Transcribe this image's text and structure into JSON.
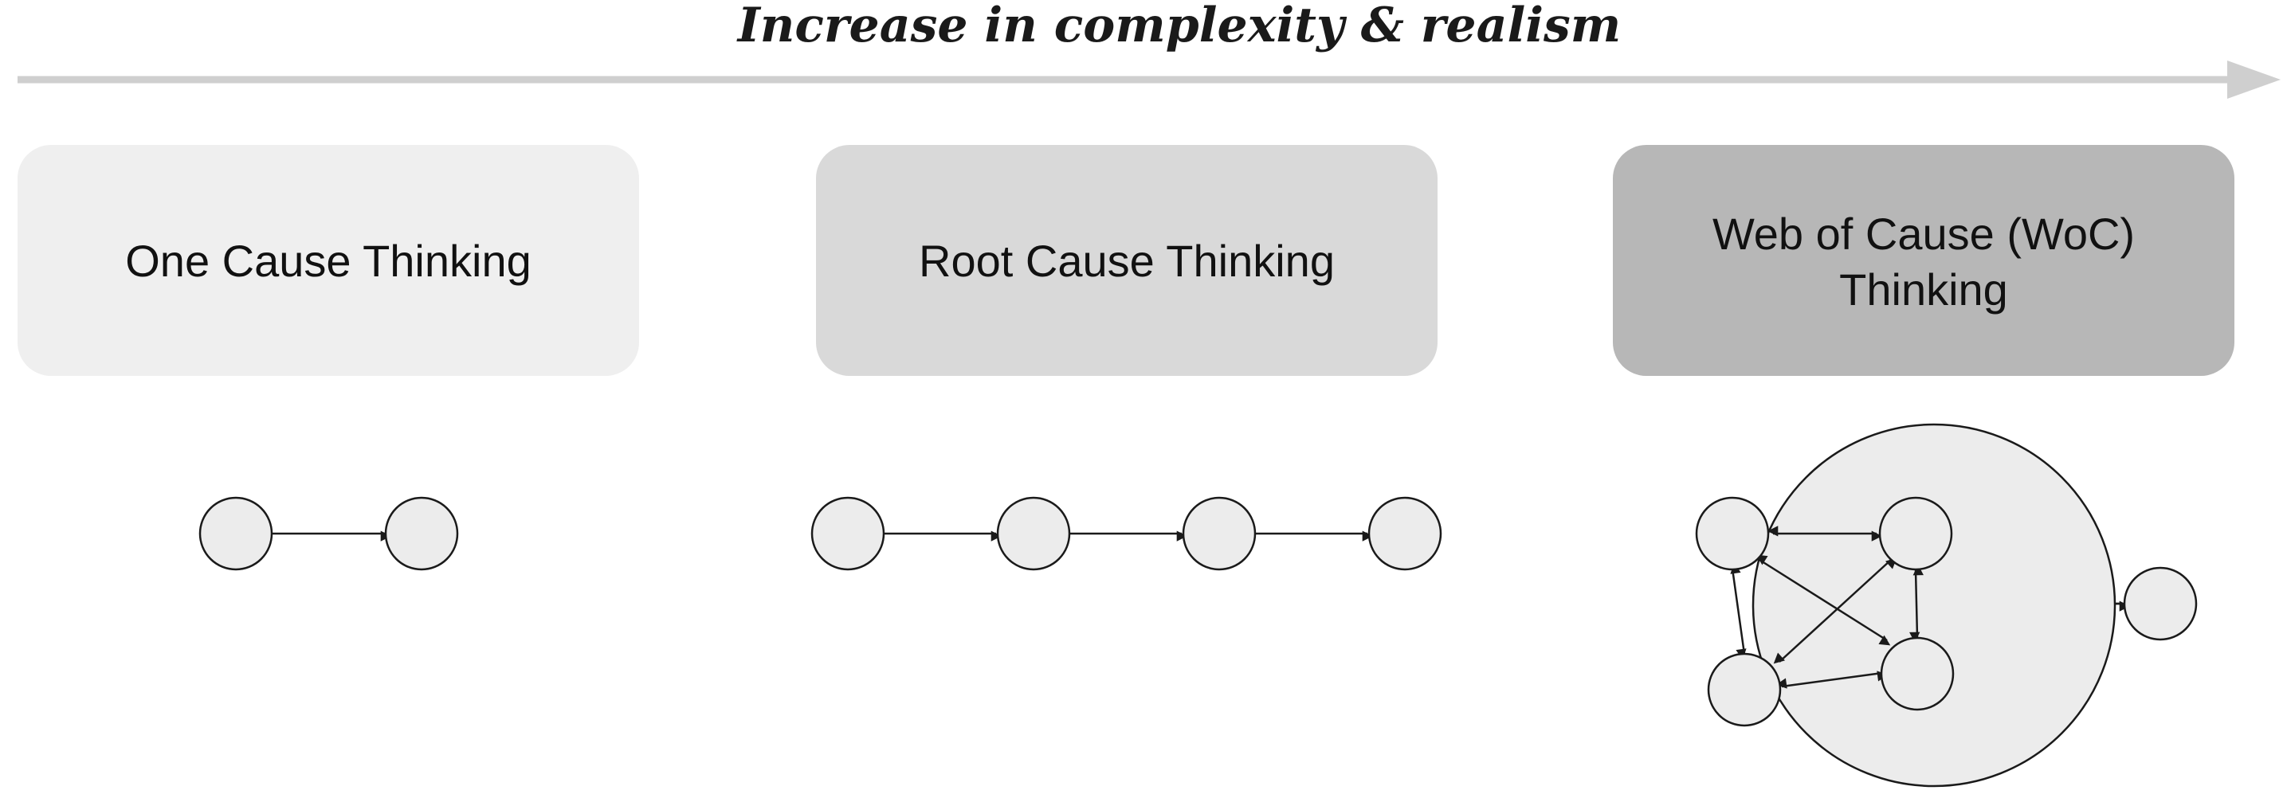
{
  "header": {
    "title": "Increase in complexity & realism"
  },
  "stages": [
    {
      "label_lines": [
        "One Cause Thinking"
      ],
      "fill": "#efefef"
    },
    {
      "label_lines": [
        "Root Cause Thinking"
      ],
      "fill": "#d9d9d9"
    },
    {
      "label_lines": [
        "Web of Cause (WoC)",
        "Thinking"
      ],
      "fill": "#b7b7b7"
    }
  ],
  "colors": {
    "arrow": "#cfcfcf",
    "node_fill": "#ececec",
    "cluster_fill": "#ececec",
    "stroke": "#1a1a1a"
  }
}
